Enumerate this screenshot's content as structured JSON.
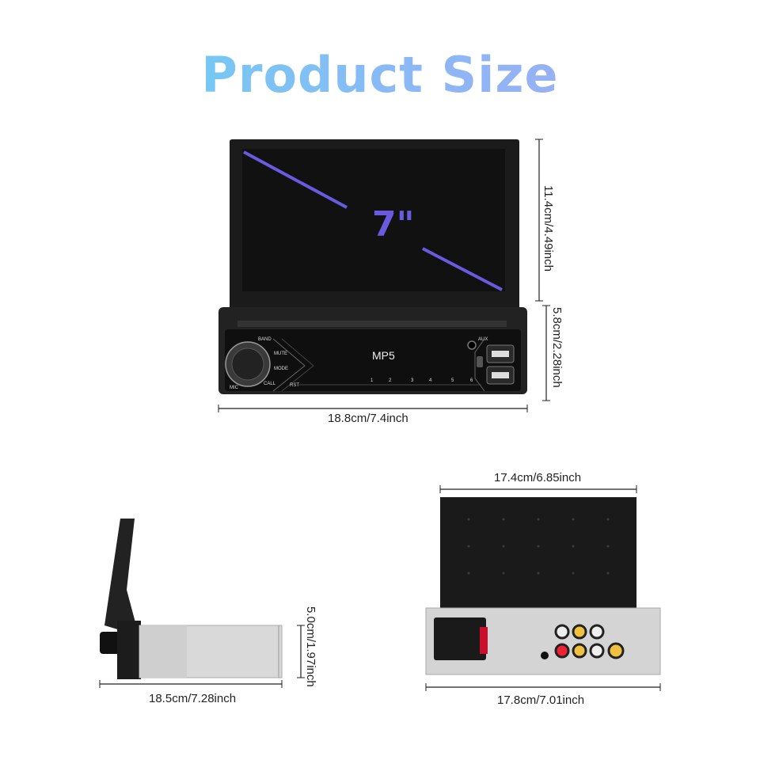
{
  "title": "Product Size",
  "screen_size": "7\"",
  "display_label": "MP5",
  "dimensions": {
    "front_height_screen": "11.4cm/4.49inch",
    "front_height_body": "5.8cm/2.28inch",
    "front_width": "18.8cm/7.4inch",
    "side_depth": "18.5cm/7.28inch",
    "side_height": "5.0cm/1.97inch",
    "back_top_width": "17.4cm/6.85inch",
    "back_bottom_width": "17.8cm/7.01inch"
  },
  "buttons": {
    "band": "BAND",
    "mute": "MUTE",
    "mode": "MODE",
    "call": "CALL",
    "rst": "RST",
    "mic": "MIC",
    "aux": "AUX",
    "presets": [
      "1",
      "2",
      "3",
      "4",
      "5",
      "6"
    ]
  },
  "colors": {
    "title_start": "#62d6f3",
    "title_end": "#a4a6f2",
    "accent_line": "#6a5ae0",
    "device_body": "#1a1a1a"
  }
}
